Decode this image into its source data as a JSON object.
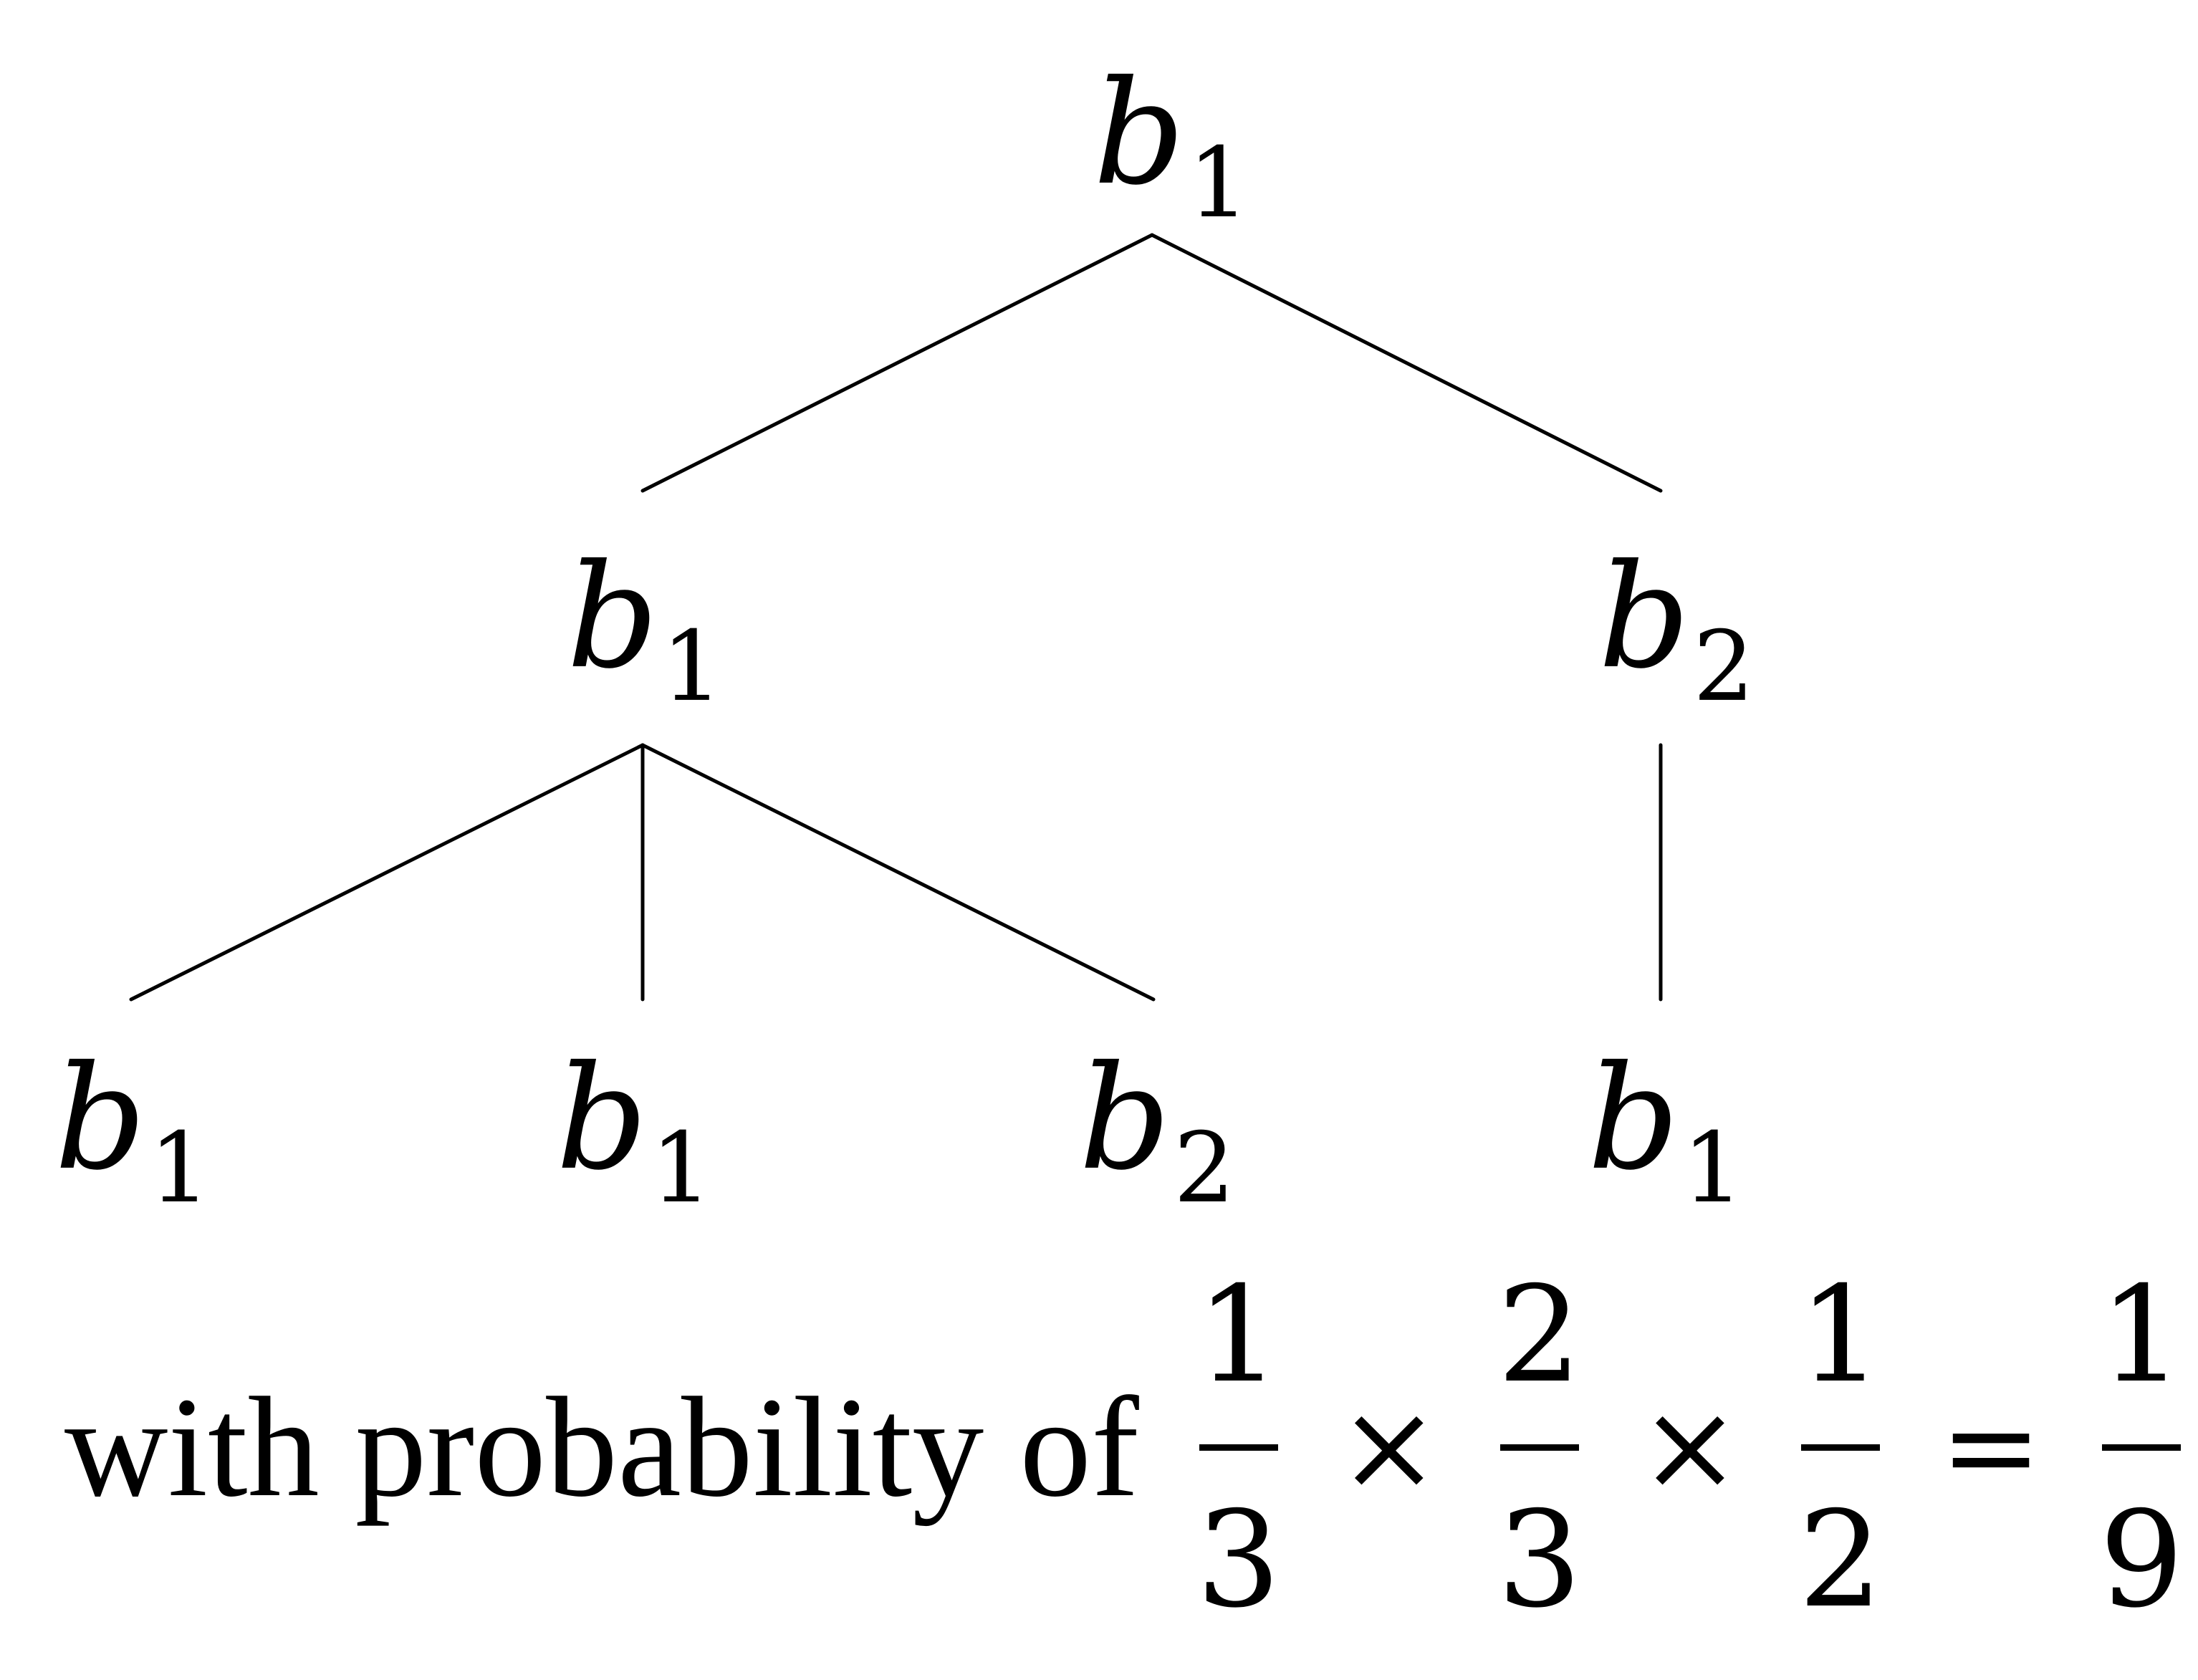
{
  "tree": {
    "nodes": {
      "root": {
        "var": "b",
        "sub": "1"
      },
      "mid_l": {
        "var": "b",
        "sub": "1"
      },
      "mid_r": {
        "var": "b",
        "sub": "2"
      },
      "leaf_1": {
        "var": "b",
        "sub": "1"
      },
      "leaf_2": {
        "var": "b",
        "sub": "1"
      },
      "leaf_3": {
        "var": "b",
        "sub": "2"
      },
      "leaf_4": {
        "var": "b",
        "sub": "1"
      }
    },
    "edges": [
      [
        "root",
        "mid_l"
      ],
      [
        "root",
        "mid_r"
      ],
      [
        "mid_l",
        "leaf_1"
      ],
      [
        "mid_l",
        "leaf_2"
      ],
      [
        "mid_l",
        "leaf_3"
      ],
      [
        "mid_r",
        "leaf_4"
      ]
    ]
  },
  "formula": {
    "text": "with probability of",
    "terms": [
      {
        "num": "1",
        "den": "3"
      },
      {
        "op": "×"
      },
      {
        "num": "2",
        "den": "3"
      },
      {
        "op": "×"
      },
      {
        "num": "1",
        "den": "2"
      },
      {
        "op": "="
      },
      {
        "num": "1",
        "den": "9"
      }
    ]
  }
}
